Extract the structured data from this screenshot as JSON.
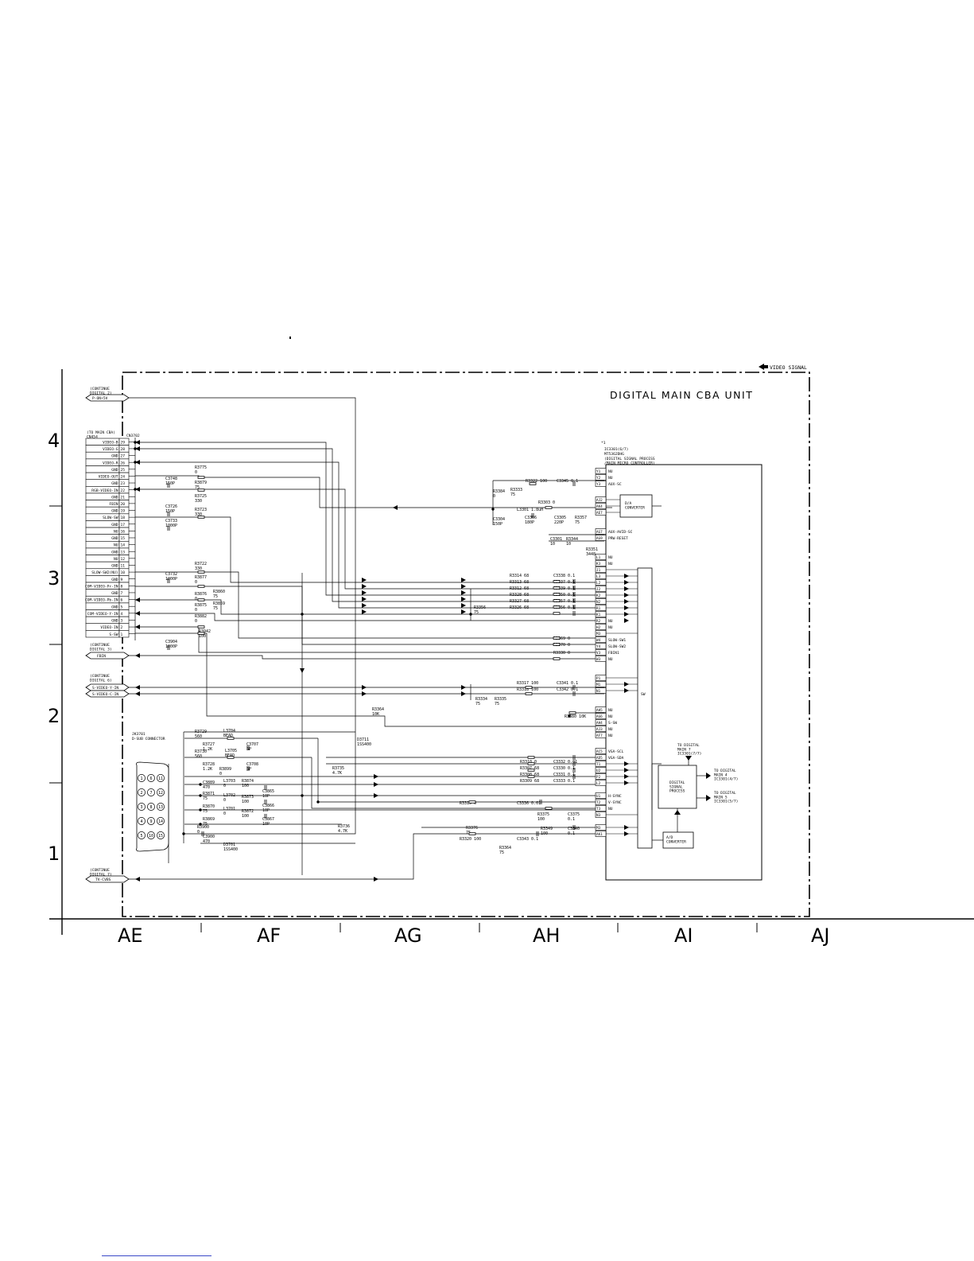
{
  "title": "DIGITAL MAIN CBA UNIT",
  "legend": "VIDEO SIGNAL",
  "row_labels": [
    "4",
    "3",
    "2",
    "1"
  ],
  "col_labels": [
    "AE",
    "AF",
    "AG",
    "AH",
    "AI",
    "AJ"
  ],
  "offpage": {
    "top": {
      "note": "(CONTINUE\nDIGITAL 2)",
      "signal": "P-ON+5V"
    },
    "fbin": {
      "note": "(CONTINUE\nDIGITAL 3)",
      "signal": "FBIN"
    },
    "svideo": {
      "note": "(CONTINUE\nDIGITAL 6)",
      "signals": [
        "S-VIDEO-Y-IN",
        "S-VIDEO-C-IN"
      ]
    },
    "tv": {
      "note": "(CONTINUE\nDIGITAL 7)",
      "signal": "TV-CVBS"
    }
  },
  "connector": {
    "note": "(TO MAIN CBA)\nCN454",
    "ref": "CN3702",
    "pins": [
      {
        "n": "29",
        "name": "VIDEO-B"
      },
      {
        "n": "28",
        "name": "VIDEO-G"
      },
      {
        "n": "27",
        "name": "GND"
      },
      {
        "n": "26",
        "name": "VIDEO-R"
      },
      {
        "n": "25",
        "name": "GND"
      },
      {
        "n": "24",
        "name": "VIDEO-OUT"
      },
      {
        "n": "23",
        "name": "GND"
      },
      {
        "n": "22",
        "name": "RGB-VIDEO-IN"
      },
      {
        "n": "21",
        "name": "GND"
      },
      {
        "n": "20",
        "name": "FBIN"
      },
      {
        "n": "19",
        "name": "GND"
      },
      {
        "n": "18",
        "name": "SLOW-SW"
      },
      {
        "n": "17",
        "name": "GND"
      },
      {
        "n": "16",
        "name": "NU"
      },
      {
        "n": "15",
        "name": "GND"
      },
      {
        "n": "14",
        "name": "NU"
      },
      {
        "n": "13",
        "name": "GND"
      },
      {
        "n": "12",
        "name": "NU"
      },
      {
        "n": "11",
        "name": "GND"
      },
      {
        "n": "10",
        "name": "SLOW-SW2(NU)"
      },
      {
        "n": "9",
        "name": "GND"
      },
      {
        "n": "8",
        "name": "COM-VIDEO-Pr-IN"
      },
      {
        "n": "7",
        "name": "GND"
      },
      {
        "n": "6",
        "name": "COM-VIDEO-Pb-IN"
      },
      {
        "n": "5",
        "name": "GND"
      },
      {
        "n": "4",
        "name": "COM-VIDEO-Y-IN"
      },
      {
        "n": "3",
        "name": "GND"
      },
      {
        "n": "2",
        "name": "VIDEO-IN"
      },
      {
        "n": "1",
        "name": "S-SW"
      }
    ]
  },
  "dsub": {
    "ref": "JK3701",
    "name": "D-SUB CONNECTOR",
    "pins": [
      "1",
      "2",
      "3",
      "4",
      "5",
      "6",
      "7",
      "8",
      "9",
      "10",
      "11",
      "12",
      "13",
      "14",
      "15"
    ]
  },
  "ic": {
    "ref": "IC3301(6/7)",
    "part": "MT5362DHG",
    "desc": "(DIGITAL SIGNAL PROCESS\n/MAIN MICRO CONTROLLER)",
    "mark": "*1",
    "pins": [
      {
        "n": "Y1",
        "name": "NU"
      },
      {
        "n": "Y2",
        "name": "NU"
      },
      {
        "n": "Y3",
        "name": "AUX-SC"
      },
      {
        "n": "AJ2",
        "name": ""
      },
      {
        "n": "AK4",
        "name": ""
      },
      {
        "n": "AE7",
        "name": ""
      },
      {
        "n": "AG7",
        "name": "AUX-AVID-SC"
      },
      {
        "n": "AG9",
        "name": "PRW-RESET"
      },
      {
        "n": "L1",
        "name": "NU"
      },
      {
        "n": "K3",
        "name": "NU"
      },
      {
        "n": "J1",
        "name": ""
      },
      {
        "n": "L3",
        "name": ""
      },
      {
        "n": "L2",
        "name": ""
      },
      {
        "n": "J2",
        "name": ""
      },
      {
        "n": "K2",
        "name": ""
      },
      {
        "n": "N2",
        "name": ""
      },
      {
        "n": "R1",
        "name": ""
      },
      {
        "n": "K1",
        "name": ""
      },
      {
        "n": "R2",
        "name": "NU"
      },
      {
        "n": "H2",
        "name": "NU"
      },
      {
        "n": "M3",
        "name": ""
      },
      {
        "n": "W4",
        "name": "SLOW-SW1"
      },
      {
        "n": "Y4",
        "name": "SLOW-SW2"
      },
      {
        "n": "V3",
        "name": "FBIN1"
      },
      {
        "n": "W3",
        "name": "NU"
      },
      {
        "n": "P1",
        "name": ""
      },
      {
        "n": "M1",
        "name": ""
      },
      {
        "n": "N1",
        "name": ""
      },
      {
        "n": "AH5",
        "name": "NU"
      },
      {
        "n": "AG6",
        "name": "NU"
      },
      {
        "n": "AH4",
        "name": "S-SW"
      },
      {
        "n": "AJ3",
        "name": "NU"
      },
      {
        "n": "AF7",
        "name": "NU"
      },
      {
        "n": "AC5",
        "name": "VGA-SCL"
      },
      {
        "n": "AD5",
        "name": "VGA-SDA"
      },
      {
        "n": "T1",
        "name": ""
      },
      {
        "n": "U2",
        "name": ""
      },
      {
        "n": "P2",
        "name": ""
      },
      {
        "n": "L2",
        "name": ""
      },
      {
        "n": "U1",
        "name": "H-SYNC"
      },
      {
        "n": "T2",
        "name": "V-SYNC"
      },
      {
        "n": "T3",
        "name": "NU"
      },
      {
        "n": "N3",
        "name": ""
      },
      {
        "n": "M3",
        "name": ""
      },
      {
        "n": "AK1",
        "name": ""
      }
    ]
  },
  "blocks": {
    "da": "D/A\nCONVERTER",
    "sw": "SW",
    "dsp": "DIGITAL\nSIGNAL\nPROCESS",
    "ad": "A/D\nCONVERTER",
    "to7": "TO DIGITAL\nMAIN 7\nIC3301(7/7)",
    "to4": "TO DIGITAL\nMAIN 4\nIC3301(4/7)",
    "to5": "TO DIGITAL\nMAIN 5\nIC3301(5/7)"
  },
  "components": [
    {
      "id": "c1",
      "text": "R3775\n0"
    },
    {
      "id": "c2",
      "text": "C3748\n150P"
    },
    {
      "id": "c3",
      "text": "R3879\n75"
    },
    {
      "id": "c4",
      "text": "R3725\n330"
    },
    {
      "id": "c5",
      "text": "C3726\n150P"
    },
    {
      "id": "c6",
      "text": "R3723\n330"
    },
    {
      "id": "c7",
      "text": "C3733\n1000P"
    },
    {
      "id": "c8",
      "text": "R3722\n330"
    },
    {
      "id": "c9",
      "text": "C3732\n1000P"
    },
    {
      "id": "c10",
      "text": "R3877\n0"
    },
    {
      "id": "c11",
      "text": "R3876\n0"
    },
    {
      "id": "c12",
      "text": "R3860\n75"
    },
    {
      "id": "c13",
      "text": "R3875\n0"
    },
    {
      "id": "c14",
      "text": "R3859\n75"
    },
    {
      "id": "c15",
      "text": "R3882\n0"
    },
    {
      "id": "c16",
      "text": "R3942\n100"
    },
    {
      "id": "c17",
      "text": "C3904\n1000P"
    },
    {
      "id": "c18",
      "text": "R3322 100"
    },
    {
      "id": "c19",
      "text": "C3345 0.1"
    },
    {
      "id": "c20",
      "text": "R3384\n0"
    },
    {
      "id": "c21",
      "text": "R3333\n75"
    },
    {
      "id": "c22",
      "text": "R3303 0"
    },
    {
      "id": "c23",
      "text": "L3301 1.8uH"
    },
    {
      "id": "c24",
      "text": "C3306\n180P"
    },
    {
      "id": "c25",
      "text": "C3304\n150P"
    },
    {
      "id": "c26",
      "text": "C3305\n220P"
    },
    {
      "id": "c27",
      "text": "R3357\n75"
    },
    {
      "id": "c28",
      "text": "C3301\n10"
    },
    {
      "id": "c29",
      "text": "R3344\n10"
    },
    {
      "id": "c30",
      "text": "R3351\n3448"
    },
    {
      "id": "c31",
      "text": "R3314 68"
    },
    {
      "id": "c32",
      "text": "C3338 0.1"
    },
    {
      "id": "c33",
      "text": "R3313 68"
    },
    {
      "id": "c34",
      "text": "C3337 0.1"
    },
    {
      "id": "c35",
      "text": "R3312 68"
    },
    {
      "id": "c36",
      "text": "C3339 0.1"
    },
    {
      "id": "c37",
      "text": "R3328 68"
    },
    {
      "id": "c38",
      "text": "C3350 0.1"
    },
    {
      "id": "c39",
      "text": "R3327 68"
    },
    {
      "id": "c40",
      "text": "C3357 0.1"
    },
    {
      "id": "c41",
      "text": "R3326 68"
    },
    {
      "id": "c42",
      "text": "C3356 0.1"
    },
    {
      "id": "c43",
      "text": "R3356\n75"
    },
    {
      "id": "c44",
      "text": "R3369 0"
    },
    {
      "id": "c45",
      "text": "R3370 0"
    },
    {
      "id": "c46",
      "text": "R3330 0"
    },
    {
      "id": "c47",
      "text": "R3317 100"
    },
    {
      "id": "c48",
      "text": "C3341 0.1"
    },
    {
      "id": "c49",
      "text": "R3318 100"
    },
    {
      "id": "c50",
      "text": "C3342 0.1"
    },
    {
      "id": "c51",
      "text": "R3334\n75"
    },
    {
      "id": "c52",
      "text": "R3335\n75"
    },
    {
      "id": "c53",
      "text": "R3364\n10K"
    },
    {
      "id": "c54",
      "text": "R3380 10K"
    },
    {
      "id": "c55",
      "text": "R3729\n560"
    },
    {
      "id": "c56",
      "text": "L3704\nBEAD"
    },
    {
      "id": "c57",
      "text": "R3727\n1.2K"
    },
    {
      "id": "c58",
      "text": "C3707\n5P"
    },
    {
      "id": "c59",
      "text": "R3730\n560"
    },
    {
      "id": "c60",
      "text": "L3705\nBEAD"
    },
    {
      "id": "c61",
      "text": "R3728\n1.2K"
    },
    {
      "id": "c62",
      "text": "R3899\n0"
    },
    {
      "id": "c63",
      "text": "C3708\n5P"
    },
    {
      "id": "c64",
      "text": "C3889\n470"
    },
    {
      "id": "c65",
      "text": "L3703\n0"
    },
    {
      "id": "c66",
      "text": "R3874\n100"
    },
    {
      "id": "c67",
      "text": "C3865\n10P"
    },
    {
      "id": "c68",
      "text": "R3871\n75"
    },
    {
      "id": "c69",
      "text": "L3702\n0"
    },
    {
      "id": "c70",
      "text": "R3873\n100"
    },
    {
      "id": "c71",
      "text": "R3870\n75"
    },
    {
      "id": "c72",
      "text": "L3701\n0"
    },
    {
      "id": "c73",
      "text": "R3872\n100"
    },
    {
      "id": "c74",
      "text": "C3866\n10P"
    },
    {
      "id": "c75",
      "text": "R3869\n75"
    },
    {
      "id": "c76",
      "text": "C3867\n10P"
    },
    {
      "id": "c77",
      "text": "R3900\n0"
    },
    {
      "id": "c78",
      "text": "C3900\n470"
    },
    {
      "id": "c79",
      "text": "D3701\n1SS400"
    },
    {
      "id": "c80",
      "text": "D3711\n1SS400"
    },
    {
      "id": "c81",
      "text": "R3735\n4.7K"
    },
    {
      "id": "c82",
      "text": "R3736\n4.7K"
    },
    {
      "id": "c83",
      "text": "R3310 0"
    },
    {
      "id": "c84",
      "text": "C3332 0.01"
    },
    {
      "id": "c85",
      "text": "R3307 68"
    },
    {
      "id": "c86",
      "text": "C3330 0.1"
    },
    {
      "id": "c87",
      "text": "R3308 68"
    },
    {
      "id": "c88",
      "text": "C3331 0.1"
    },
    {
      "id": "c89",
      "text": "R3309 68"
    },
    {
      "id": "c90",
      "text": "C3333 0.1"
    },
    {
      "id": "c91",
      "text": "R3315 0"
    },
    {
      "id": "c92",
      "text": "C3336 0.01"
    },
    {
      "id": "c93",
      "text": "R3375\n100"
    },
    {
      "id": "c94",
      "text": "C3375\n0.1"
    },
    {
      "id": "c95",
      "text": "R3376\n75"
    },
    {
      "id": "c96",
      "text": "R3349\n100"
    },
    {
      "id": "c97",
      "text": "C3340\n0.1"
    },
    {
      "id": "c98",
      "text": "R3320 100"
    },
    {
      "id": "c99",
      "text": "C3343 0.1"
    },
    {
      "id": "c100",
      "text": "R3364\n75"
    }
  ]
}
